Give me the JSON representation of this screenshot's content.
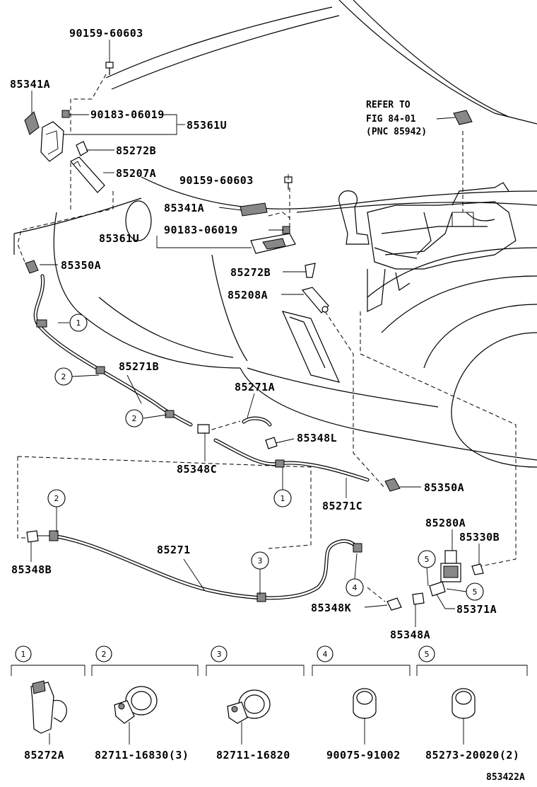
{
  "labels": {
    "p90159_top": "90159-60603",
    "p85341A_left": "85341A",
    "p90183_top": "90183-06019",
    "p85361U_top": "85361U",
    "p85272B_top": "85272B",
    "p85207A": "85207A",
    "refer_line1": "REFER TO",
    "refer_line2": "FIG 84-01",
    "refer_line3": "(PNC 85942)",
    "p90159_mid": "90159-60603",
    "p85341A_mid": "85341A",
    "p85361U_mid": "85361U",
    "p90183_mid": "90183-06019",
    "p85350A_left": "85350A",
    "p85272B_mid": "85272B",
    "p85208A": "85208A",
    "p85271B": "85271B",
    "p85271A": "85271A",
    "p85348L": "85348L",
    "p85348C": "85348C",
    "p85350A_right": "85350A",
    "p85271C": "85271C",
    "p85280A": "85280A",
    "p85330B": "85330B",
    "p85271": "85271",
    "p85348B": "85348B",
    "p85348K": "85348K",
    "p85371A": "85371A",
    "p85348A": "85348A",
    "figure_code": "853422A"
  },
  "callouts": [
    "1",
    "2",
    "3",
    "4",
    "5"
  ],
  "legend": [
    {
      "num": "1",
      "part": "85272A"
    },
    {
      "num": "2",
      "part": "82711-16830(3)"
    },
    {
      "num": "3",
      "part": "82711-16820"
    },
    {
      "num": "4",
      "part": "90075-91002"
    },
    {
      "num": "5",
      "part": "85273-20020(2)"
    }
  ]
}
